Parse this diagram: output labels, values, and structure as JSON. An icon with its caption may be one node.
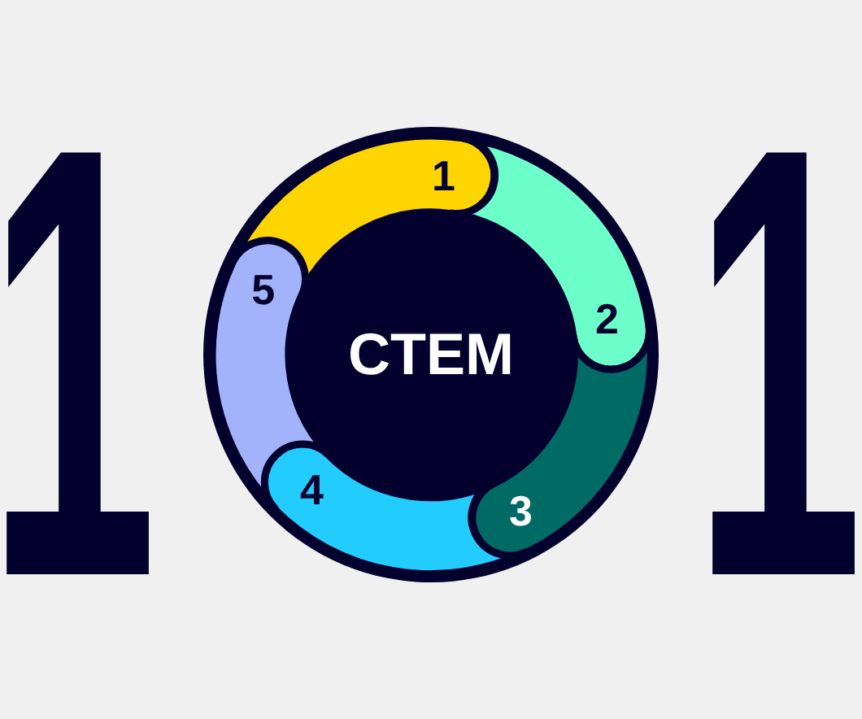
{
  "diagram": {
    "nodes": [
      {
        "text": [
          "CTEM"
        ]
      },
      {
        "text": [
          "1"
        ],
        "in": 0
      },
      {
        "text": [
          "2"
        ],
        "in": 0
      },
      {
        "text": [
          "3"
        ],
        "in": 0
      },
      {
        "text": [
          "4"
        ],
        "in": 0
      },
      {
        "text": [
          "5"
        ],
        "in": 0
      }
    ],
    "labels": [
      "1",
      "1"
    ]
  }
}
